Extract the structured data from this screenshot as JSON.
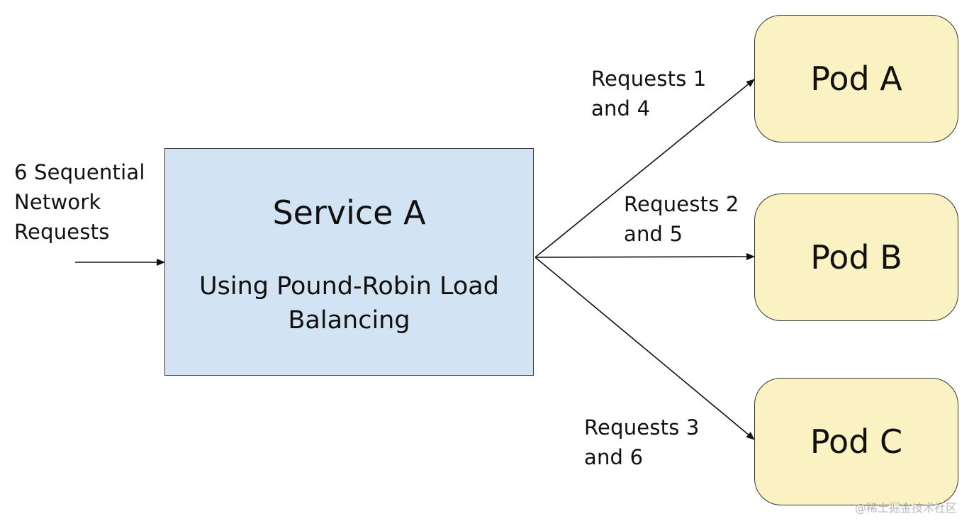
{
  "input": {
    "line1": "6 Sequential",
    "line2": "Network",
    "line3": "Requests"
  },
  "service": {
    "title": "Service A",
    "subtitle_line1": "Using Pound-Robin Load",
    "subtitle_line2": "Balancing"
  },
  "routes": [
    {
      "line1": "Requests 1",
      "line2": "and 4"
    },
    {
      "line1": "Requests 2",
      "line2": "and 5"
    },
    {
      "line1": "Requests 3",
      "line2": "and 6"
    }
  ],
  "pods": [
    {
      "label": "Pod A"
    },
    {
      "label": "Pod B"
    },
    {
      "label": "Pod C"
    }
  ],
  "watermark": "@稀土掘金技术社区",
  "colors": {
    "service_fill": "#d2e4f3",
    "pod_fill": "#fbf2c4",
    "line": "#111111"
  }
}
